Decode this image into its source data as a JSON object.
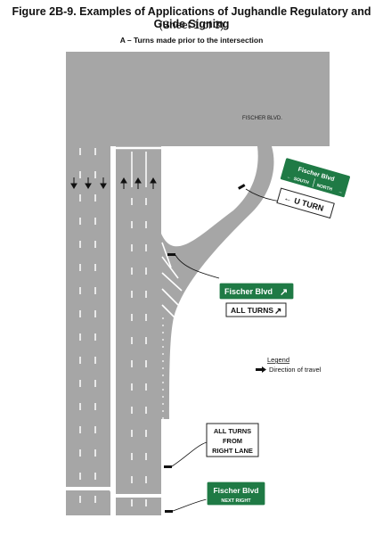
{
  "figure": {
    "title": "Figure 2B-9.  Examples of Applications of Jughandle Regulatory and Guide Signing",
    "sheet": "(Sheet 1 of 3)",
    "subtitle": "A – Turns made prior to the intersection"
  },
  "street": {
    "name": "FISCHER BLVD."
  },
  "signs": {
    "guide_top": {
      "line1": "Fischer Blvd",
      "left": "SOUTH",
      "right": "NORTH"
    },
    "u_turn": {
      "text": "U TURN"
    },
    "guide_mid": {
      "text": "Fischer Blvd"
    },
    "all_turns": {
      "text": "ALL TURNS"
    },
    "from_right_lane": {
      "line1": "ALL TURNS",
      "line2": "FROM",
      "line3": "RIGHT LANE"
    },
    "guide_bottom": {
      "line1": "Fischer Blvd",
      "line2": "NEXT RIGHT"
    }
  },
  "legend": {
    "title": "Legend",
    "item": "Direction of travel"
  },
  "colors": {
    "road": "#a6a6a6",
    "guide_sign": "#1f7a45",
    "marking": "#ffffff"
  }
}
